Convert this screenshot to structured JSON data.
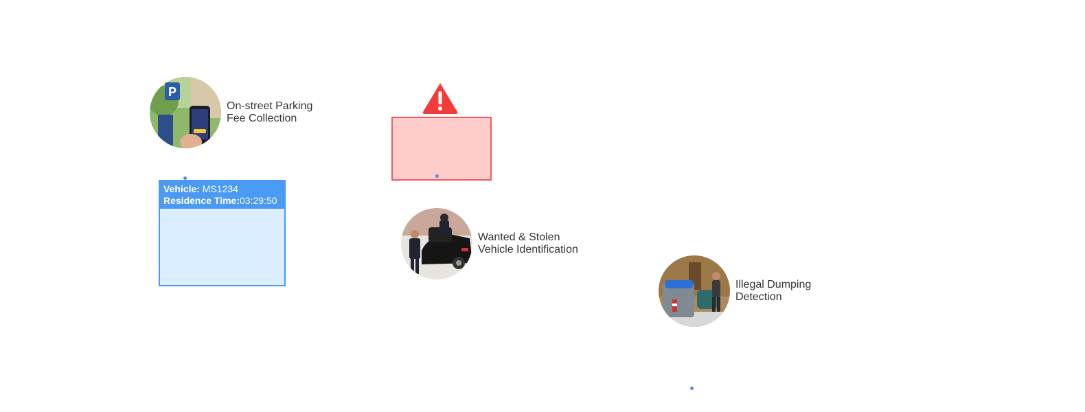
{
  "features": {
    "parking": {
      "line1": "On-street Parking",
      "line2": "Fee Collection",
      "thumbnail": "parking-meter-phone-photo"
    },
    "wanted": {
      "line1": "Wanted & Stolen",
      "line2": "Vehicle Identification",
      "thumbnail": "police-vehicle-inspection-photo"
    },
    "dumping": {
      "line1": "Illegal Dumping",
      "line2": "Detection",
      "thumbnail": "street-trash-bin-photo"
    }
  },
  "vehicle_card": {
    "vehicle_label": "Vehicle:",
    "vehicle_value": " MS1234",
    "residence_label": "Residence Time:",
    "residence_value": "03:29:50"
  },
  "alert": {
    "icon": "warning-triangle-icon"
  },
  "colors": {
    "card_blue": "#4a99f2",
    "card_fill": "#dbeeff",
    "alert_red": "#f25a5a",
    "alert_fill": "#ffcccc",
    "dot_blue": "#4a8ff0"
  }
}
